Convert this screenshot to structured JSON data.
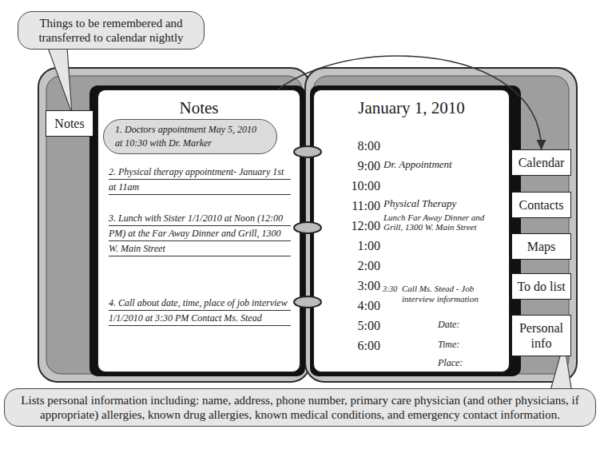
{
  "diagram": {
    "nodes": [
      {
        "text": [
          "Things to be remembered and transferred to calendar nightly"
        ]
      },
      {
        "text": [
          "Notes"
        ]
      },
      {
        "text": [
          "Notes"
        ]
      },
      {
        "text": [
          "1. Doctors appointment May 5, 2010 at 10:30 with Dr. Marker"
        ],
        "in": 2
      },
      {
        "text": [
          "January 1, 2010"
        ]
      },
      {
        "text": [
          "Calendar"
        ]
      },
      {
        "text": [
          "Contacts"
        ]
      },
      {
        "text": [
          "Maps"
        ]
      },
      {
        "text": [
          "To do list"
        ]
      },
      {
        "text": [
          "Personal info"
        ]
      },
      {
        "text": [
          "Lists personal information including: name, address, phone number, primary care physician (and other physicians, if appropriate) allergies, known drug allergies, known medical conditions, and emergency contact information."
        ]
      }
    ],
    "edges": [
      {
        "from": 3,
        "to": 5,
        "arrow": "to"
      }
    ],
    "labels": [
      "8:00",
      "9:00",
      "10:00",
      "11:00",
      "12:00",
      "1:00",
      "2:00",
      "3:00",
      "4:00",
      "5:00",
      "6:00",
      "Dr. Appointment",
      "Physical Therapy",
      "Lunch Far Away Dinner and Grill, 1300 W. Main Street",
      "3:30",
      "Call Ms. Stead - Job interview information",
      "Date:",
      "Time:",
      "Place:",
      "2. Physical therapy appointment- January 1st at 11am",
      "3. Lunch with Sister 1/1/2010 at Noon (12:00 PM) at the Far Away Dinner and Grill, 1300 W. Main Street",
      "4. Call about date, time, place of job interview 1/1/2010 at 3:30 PM Contact Ms. Stead"
    ]
  }
}
